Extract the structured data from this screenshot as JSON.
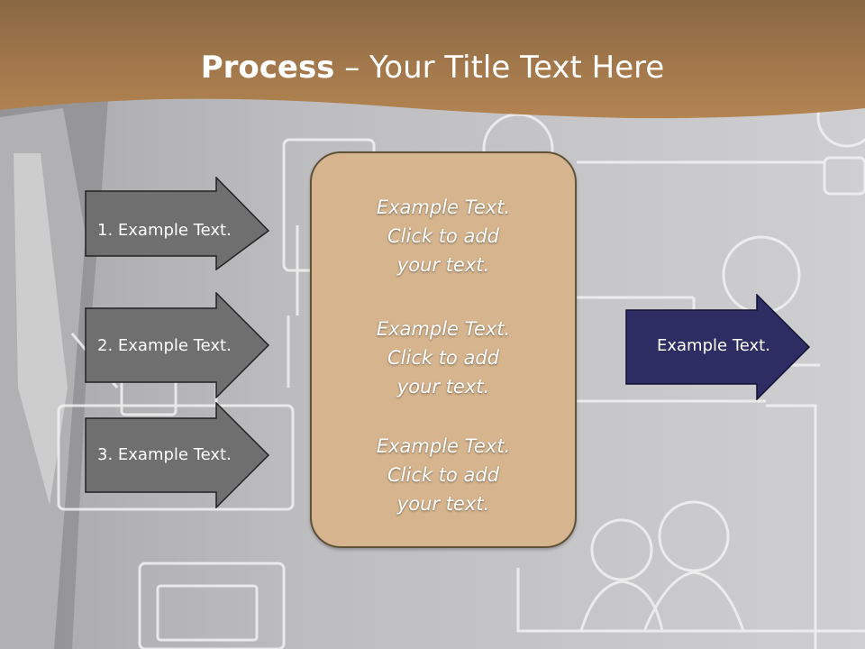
{
  "slide": {
    "title_bold": "Process",
    "title_rest": " – Your Title Text Here",
    "steps": [
      {
        "label": "1. Example Text."
      },
      {
        "label": "2. Example Text."
      },
      {
        "label": "3. Example Text."
      }
    ],
    "panel_blocks": [
      {
        "lines": [
          "Example Text.",
          "Click  to add",
          "your text."
        ]
      },
      {
        "lines": [
          "Example Text.",
          "Click  to add",
          "your text."
        ]
      },
      {
        "lines": [
          "Example Text.",
          "Click  to add",
          "your text."
        ]
      }
    ],
    "result": {
      "label": "Example Text."
    }
  },
  "colors": {
    "header_brown": "#a3774a",
    "step_arrow_gray": "#6f6f6f",
    "panel_tan": "#d6b48e",
    "result_navy": "#2e2d63"
  }
}
